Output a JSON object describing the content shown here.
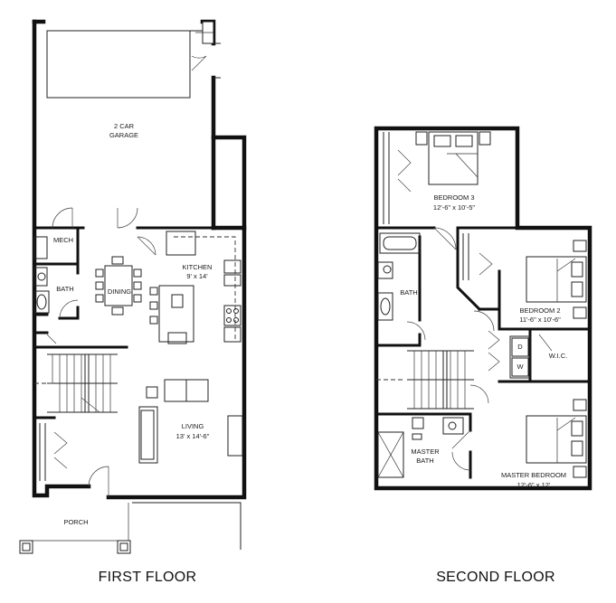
{
  "titles": {
    "first_floor": "FIRST FLOOR",
    "second_floor": "SECOND FLOOR"
  },
  "rooms": {
    "garage_l1": "2 CAR",
    "garage_l2": "GARAGE",
    "mech": "MECH",
    "bath_first": "BATH",
    "dining": "DINING",
    "kitchen": "KITCHEN",
    "kitchen_dim": "9' x 14'",
    "living": "LIVING",
    "living_dim": "13' x 14'-6\"",
    "porch": "PORCH",
    "bedroom3": "BEDROOM 3",
    "bedroom3_dim": "12'-6\" x 10'-5\"",
    "bath_second": "BATH",
    "bedroom2": "BEDROOM 2",
    "bedroom2_dim": "11'-6\" x 10'-6\"",
    "dryer": "D",
    "washer": "W",
    "wic": "W.I.C.",
    "master_bath_l1": "MASTER",
    "master_bath_l2": "BATH",
    "master_bedroom": "MASTER BEDROOM",
    "master_bedroom_dim": "12'-6\" x 12'"
  }
}
